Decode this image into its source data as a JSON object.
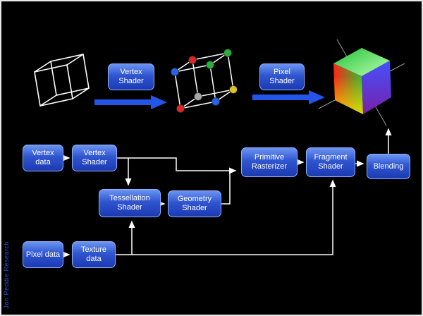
{
  "frame": {
    "background": "#000000",
    "border_color": "#e6e6e6"
  },
  "watermark": {
    "text": "Jon Peddie Research",
    "color": "#2f50d0"
  },
  "top_row": {
    "vertex_shader_label": "Vertex Shader",
    "pixel_shader_label": "Pixel Shader",
    "icons": [
      "wireframe-cube",
      "vertex-colored-cube",
      "shaded-rgb-cube"
    ],
    "vertex_dot_colors": [
      "red",
      "green",
      "yellow",
      "gray",
      "blue",
      "green",
      "blue",
      "red"
    ]
  },
  "pipeline": {
    "vertex_data": "Vertex data",
    "vertex_shader": "Vertex Shader",
    "tessellation_shader": "Tessellation Shader",
    "geometry_shader": "Geometry Shader",
    "primitive_rasterizer": "Primitive Rasterizer",
    "fragment_shader": "Fragment Shader",
    "blending": "Blending",
    "pixel_data": "Pixel data",
    "texture_data": "Texture data"
  },
  "colors": {
    "node_fill_top": "#6b94f2",
    "node_fill_bottom": "#1c3ab2",
    "node_border": "#8fb2ff",
    "big_arrow_blue": "#2356e8",
    "connector": "#ffffff"
  }
}
